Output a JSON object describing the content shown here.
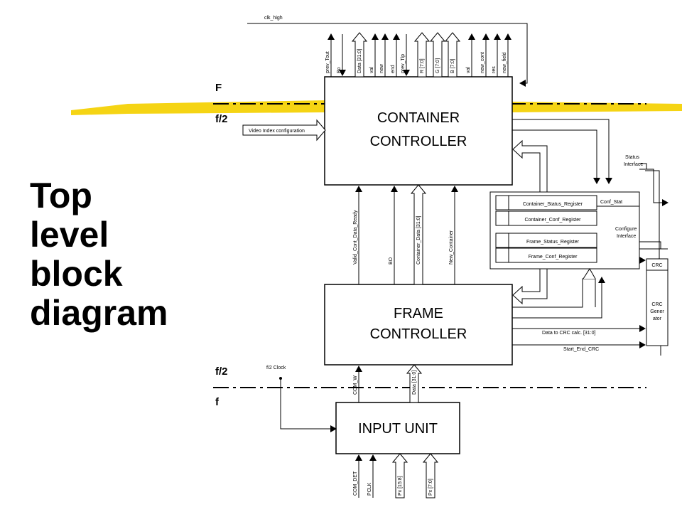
{
  "slide_title": [
    "Top",
    "level",
    "block",
    "diagram"
  ],
  "clock": {
    "domain_F": "F",
    "domain_f2_top": "f/2",
    "domain_f2_bottom": "f/2",
    "domain_f": "f",
    "clk_high": "clk_high",
    "f2_clock": "f/2 Clock"
  },
  "blocks": {
    "container_controller": [
      "CONTAINER",
      "CONTROLLER"
    ],
    "frame_controller": [
      "FRAME",
      "CONTROLLER"
    ],
    "input_unit": "INPUT UNIT",
    "crc_generator": [
      "CRC",
      "Gener",
      "ator"
    ],
    "crc_header": "CRC"
  },
  "top_signals": [
    "prev_Tout",
    "Bo",
    "Data [31:0]",
    "val",
    "new",
    "end",
    "prev_Tip",
    "R [7:0]",
    "G [7:0]",
    "B [7:0]",
    "val",
    "new_cont",
    "res",
    "new_field"
  ],
  "mid_signals": [
    "Valid_Cont_Data_Ready",
    "BO",
    "Container_Data [31:0]",
    "New_Container"
  ],
  "low_signals": [
    "COM_W",
    "Data [31:0]"
  ],
  "input_signals": [
    "COM_DET",
    "PCLK",
    "Px [15:8]",
    "Px [7:0]"
  ],
  "video_index": "Video Index configuration",
  "status_interface": [
    "Status",
    "Interface"
  ],
  "configure_interface": [
    "Configure",
    "Interface"
  ],
  "conf_stat": "Conf_Stat",
  "registers": [
    "Container_Status_Register",
    "Container_Conf_Register",
    "Frame_Status_Register",
    "Frame_Conf_Register"
  ],
  "data_to_crc": "Data to CRC calc. [31:0]",
  "start_end_crc": "Start_End_CRC",
  "colors": {
    "highlight": "#f5d414",
    "ink": "#000000",
    "background": "#ffffff"
  }
}
